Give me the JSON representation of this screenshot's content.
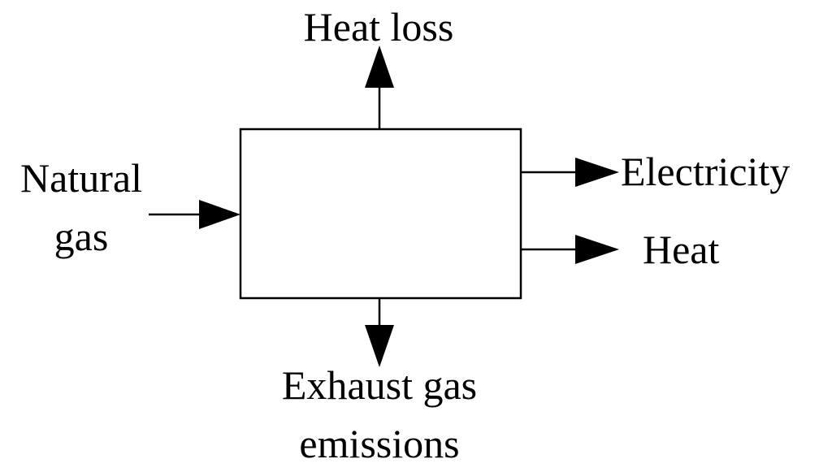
{
  "process_box": {
    "label": ""
  },
  "inputs": {
    "natural_gas": [
      "Natural",
      "gas"
    ]
  },
  "outputs": {
    "heat_loss": "Heat loss",
    "electricity": "Electricity",
    "heat": "Heat",
    "exhaust": [
      "Exhaust gas",
      "emissions"
    ]
  }
}
